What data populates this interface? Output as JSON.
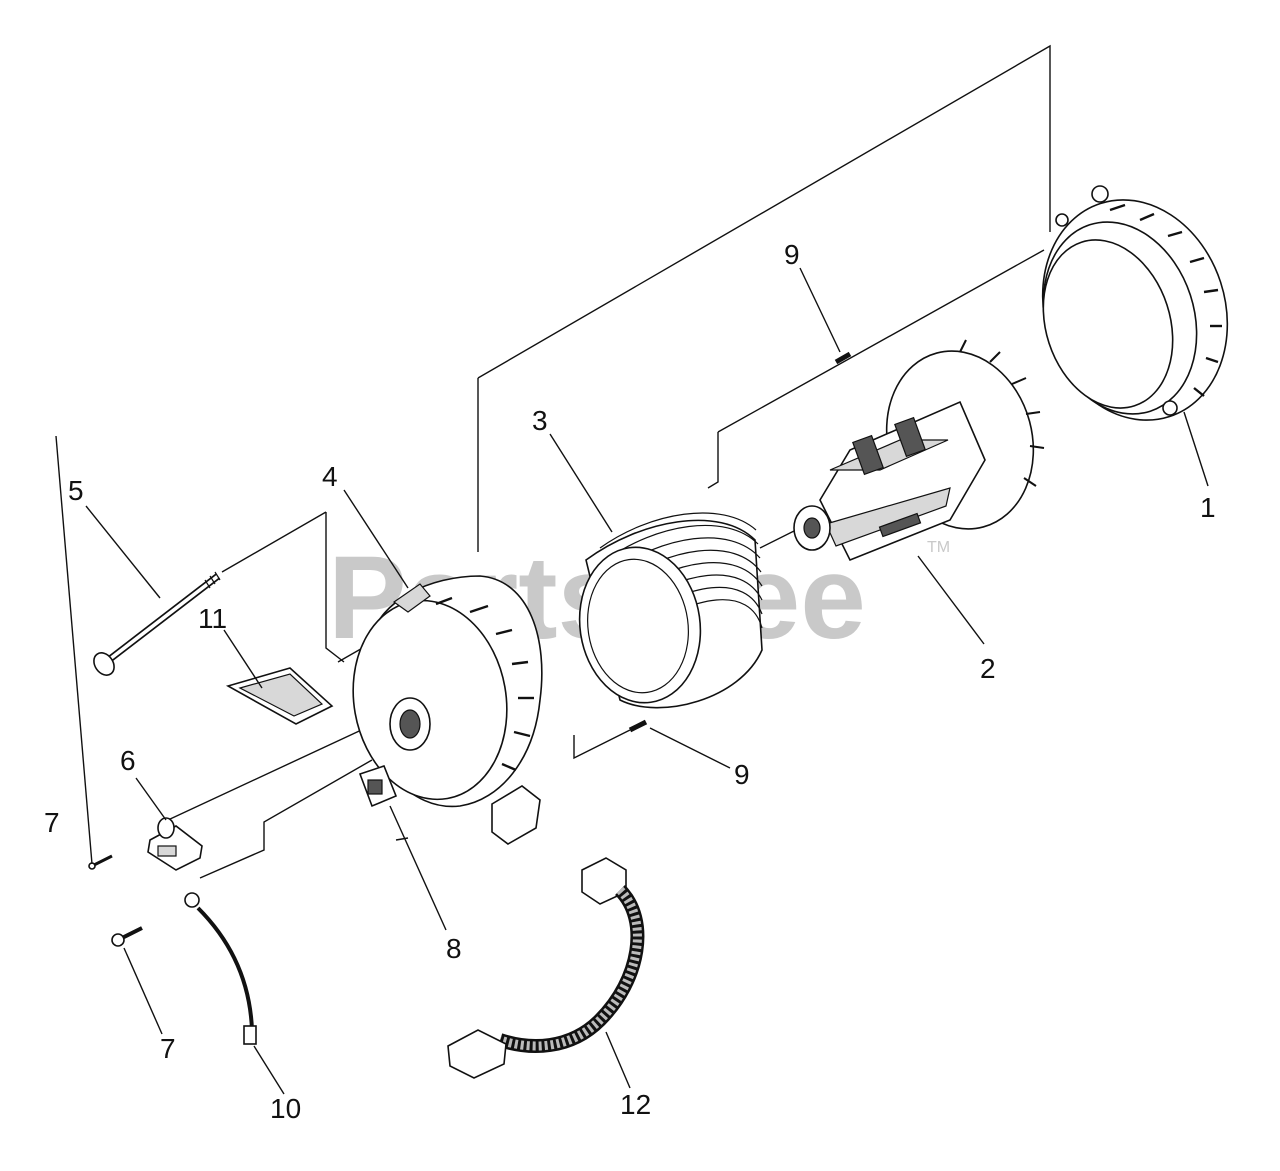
{
  "watermark": {
    "text": "PartsTree",
    "trademark": "TM"
  },
  "callouts": [
    {
      "id": "c1",
      "label": "1",
      "part": "rear-bearing-carrier"
    },
    {
      "id": "c2",
      "label": "2",
      "part": "rotor"
    },
    {
      "id": "c3",
      "label": "3",
      "part": "stator"
    },
    {
      "id": "c4",
      "label": "4",
      "part": "front-adapter-housing"
    },
    {
      "id": "c5",
      "label": "5",
      "part": "through-bolt"
    },
    {
      "id": "c6",
      "label": "6",
      "part": "brush-holder"
    },
    {
      "id": "c7a",
      "label": "7",
      "part": "screw"
    },
    {
      "id": "c7b",
      "label": "7",
      "part": "screw"
    },
    {
      "id": "c8",
      "label": "8",
      "part": "receptacle"
    },
    {
      "id": "c9a",
      "label": "9",
      "part": "dowel-pin"
    },
    {
      "id": "c9b",
      "label": "9",
      "part": "dowel-pin"
    },
    {
      "id": "c10",
      "label": "10",
      "part": "ground-wire"
    },
    {
      "id": "c11",
      "label": "11",
      "part": "pad"
    },
    {
      "id": "c12",
      "label": "12",
      "part": "wire-harness"
    }
  ]
}
